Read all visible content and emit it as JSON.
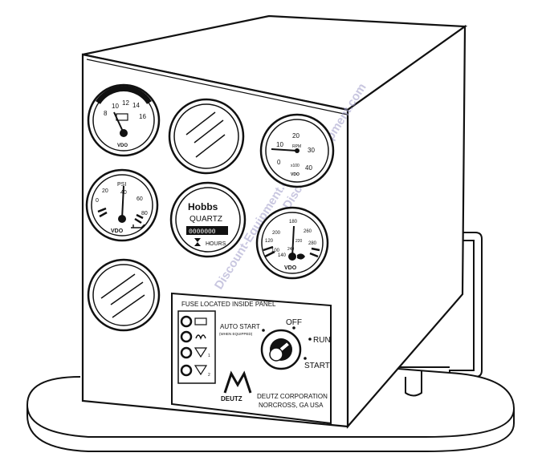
{
  "gauges": {
    "volt": {
      "ticks": [
        "8",
        "10",
        "12",
        "14",
        "16"
      ],
      "brand": "VDO"
    },
    "rpm": {
      "ticks": [
        "0",
        "10",
        "20",
        "30",
        "40"
      ],
      "unit": "RPM",
      "multiplier": "x100",
      "brand": "VDO"
    },
    "oil": {
      "unit": "PSI",
      "ticks": [
        "0",
        "20",
        "40",
        "60",
        "80"
      ],
      "brand": "VDO"
    },
    "hobbs": {
      "brand": "Hobbs",
      "type": "QUARTZ",
      "counter": "0000000",
      "unit": "HOURS"
    },
    "temp": {
      "ticks_left": [
        "100",
        "120",
        "140"
      ],
      "ticks_right": [
        "200",
        "220",
        "240",
        "260",
        "280"
      ],
      "top_tick": "180",
      "brand": "VDO"
    }
  },
  "panel": {
    "fuse_note": "FUSE LOCATED INSIDE PANEL",
    "auto_start": "AUTO START",
    "auto_start_note": "(WHEN EQUIPPED)",
    "switch_off": "OFF",
    "switch_run": "RUN",
    "switch_start": "START",
    "indicator_label_1": "1",
    "indicator_label_2": "2",
    "logo": "DEUTZ",
    "company": "DEUTZ CORPORATION",
    "address": "NORCROSS, GA USA"
  },
  "watermarks": [
    "Discount-Equipment.com",
    "Discount-Equipment.com"
  ]
}
